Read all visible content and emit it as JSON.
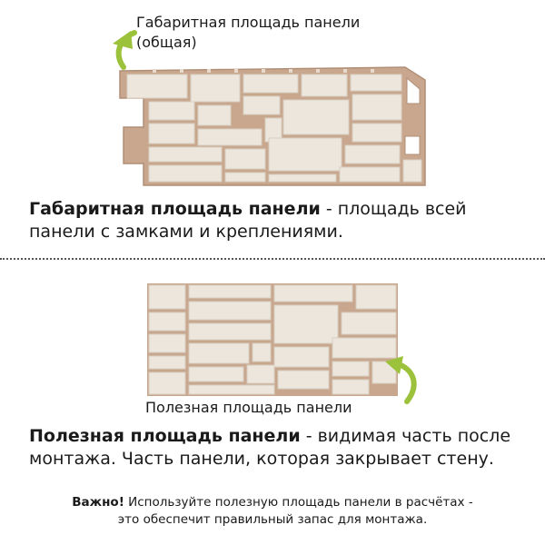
{
  "top": {
    "caption_line1": "Габаритная площадь панели",
    "caption_line2": "(общая)",
    "term": "Габаритная площадь панели",
    "definition_line1_rest": " - площадь всей",
    "definition_line2": "панели с замками и креплениями."
  },
  "bottom": {
    "caption": "Полезная площадь панели",
    "term": "Полезная площадь панели",
    "definition_line1_rest": " - видимая часть после",
    "definition_line2": "монтажа. Часть панели, которая закрывает стену."
  },
  "note": {
    "label": "Важно!",
    "line1_rest": "  Используйте полезную площадь панели в расчётах -",
    "line2": "это обеспечит правильный запас для монтажа."
  },
  "colors": {
    "arrow": "#9bc23a",
    "frame": "#c9a78e",
    "stone": "#ece6dc",
    "stone_shade": "#d8cfc2"
  }
}
